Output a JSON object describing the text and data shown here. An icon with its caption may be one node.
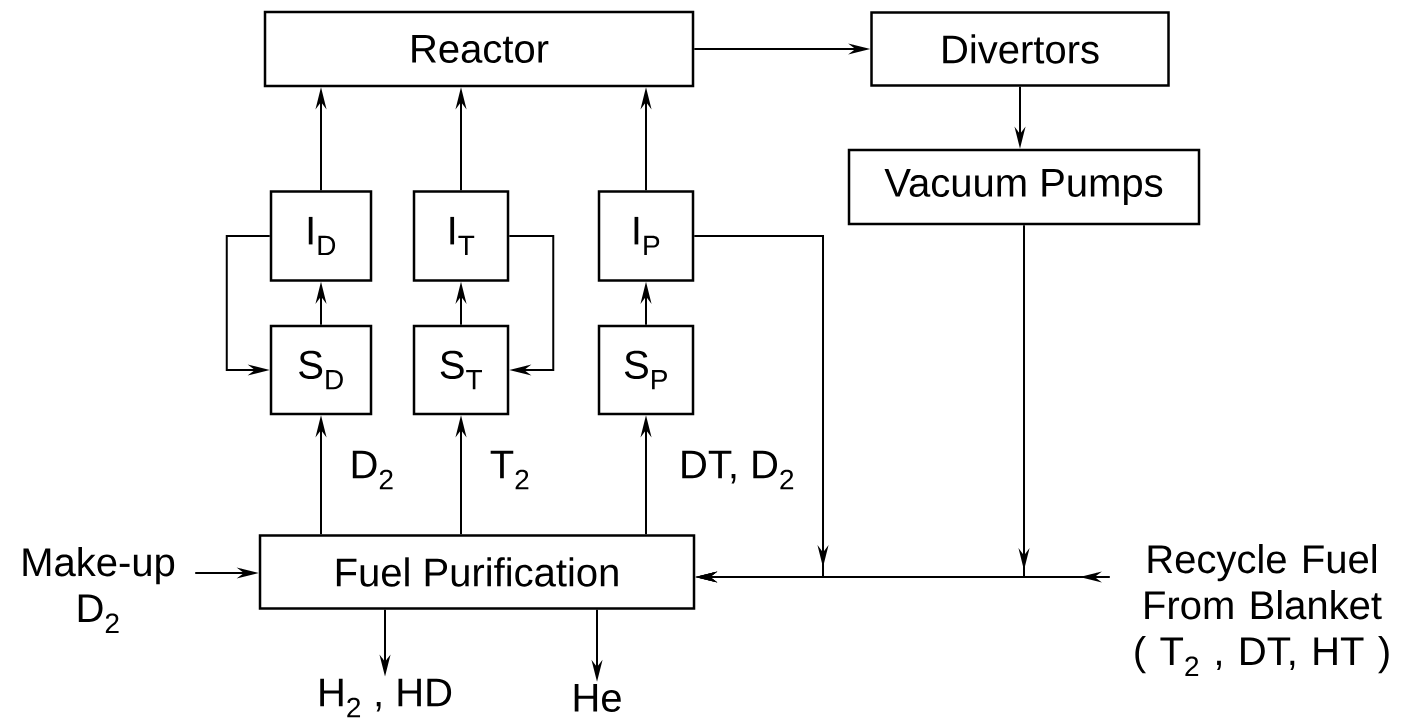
{
  "diagram": {
    "nodes": [
      {
        "text": [
          "Reactor"
        ]
      },
      {
        "text": [
          "Divertors"
        ]
      },
      {
        "text": [
          "Vacuum Pumps"
        ]
      },
      {
        "text": [
          "I$_{D}$"
        ]
      },
      {
        "text": [
          "I$_{T}$"
        ]
      },
      {
        "text": [
          "I$_{P}$"
        ]
      },
      {
        "text": [
          "S$_{D}$"
        ]
      },
      {
        "text": [
          "S$_{T}$"
        ]
      },
      {
        "text": [
          "S$_{P}$"
        ]
      },
      {
        "text": [
          "Fuel Purification"
        ]
      },
      {
        "text": [
          "Make-up D$_{2}$"
        ]
      },
      {
        "text": [
          "Recycle Fuel From Blanket ( T$_{2}$ , DT, HT )"
        ]
      },
      {
        "text": [
          "H$_{2}$ , HD"
        ]
      },
      {
        "text": [
          "He"
        ]
      }
    ],
    "edges": [
      {
        "from": 0,
        "to": 1,
        "arrow": "to"
      },
      {
        "from": 1,
        "to": 2,
        "arrow": "to"
      },
      {
        "from": 2,
        "to": 9,
        "arrow": "to"
      },
      {
        "from": 5,
        "to": 9,
        "arrow": "to"
      },
      {
        "from": 11,
        "to": 9,
        "arrow": "to"
      },
      {
        "from": 3,
        "to": 0,
        "arrow": "to"
      },
      {
        "from": 4,
        "to": 0,
        "arrow": "to"
      },
      {
        "from": 5,
        "to": 0,
        "arrow": "to"
      },
      {
        "from": 6,
        "to": 3,
        "arrow": "to"
      },
      {
        "from": 7,
        "to": 4,
        "arrow": "to"
      },
      {
        "from": 8,
        "to": 5,
        "arrow": "to"
      },
      {
        "from": 3,
        "to": 6,
        "arrow": "to"
      },
      {
        "from": 4,
        "to": 7,
        "arrow": "to"
      },
      {
        "from": 9,
        "to": 6,
        "arrow": "to",
        "label": "D$_{2}$"
      },
      {
        "from": 9,
        "to": 7,
        "arrow": "to",
        "label": "T$_{2}$"
      },
      {
        "from": 9,
        "to": 8,
        "arrow": "to",
        "label": "DT, D$_{2}$"
      },
      {
        "from": 10,
        "to": 9,
        "arrow": "to"
      },
      {
        "from": 9,
        "to": 12,
        "arrow": "to"
      },
      {
        "from": 9,
        "to": 13,
        "arrow": "to"
      }
    ]
  }
}
